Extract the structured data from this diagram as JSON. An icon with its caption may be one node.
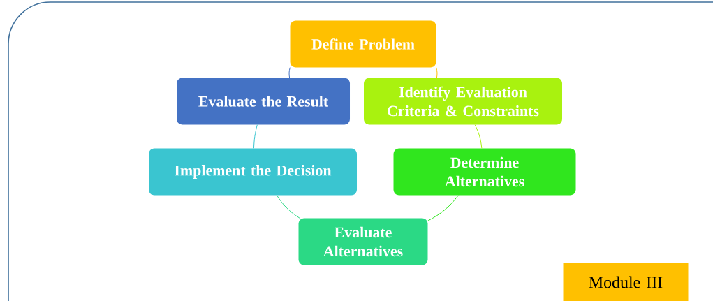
{
  "diagram": {
    "nodes": [
      {
        "text": [
          "Define Problem"
        ]
      },
      {
        "text": [
          "Identify Evaluation Criteria & Constraints"
        ]
      },
      {
        "text": [
          "Determine Alternatives"
        ]
      },
      {
        "text": [
          "Evaluate Alternatives"
        ]
      },
      {
        "text": [
          "Implement the Decision"
        ]
      },
      {
        "text": [
          "Evaluate the Result"
        ]
      },
      {
        "text": [
          "Module III"
        ]
      }
    ],
    "edges": [
      {
        "from": 0,
        "to": 1,
        "arrow": "none",
        "color": "#ffc000"
      },
      {
        "from": 1,
        "to": 2,
        "arrow": "none",
        "color": "#a9f20f"
      },
      {
        "from": 2,
        "to": 3,
        "arrow": "none",
        "color": "#30e61e"
      },
      {
        "from": 3,
        "to": 4,
        "arrow": "none",
        "color": "#2bd985"
      },
      {
        "from": 4,
        "to": 5,
        "arrow": "none",
        "color": "#3ac5d0"
      },
      {
        "from": 5,
        "to": 0,
        "arrow": "none",
        "color": "#4472c4"
      }
    ]
  }
}
